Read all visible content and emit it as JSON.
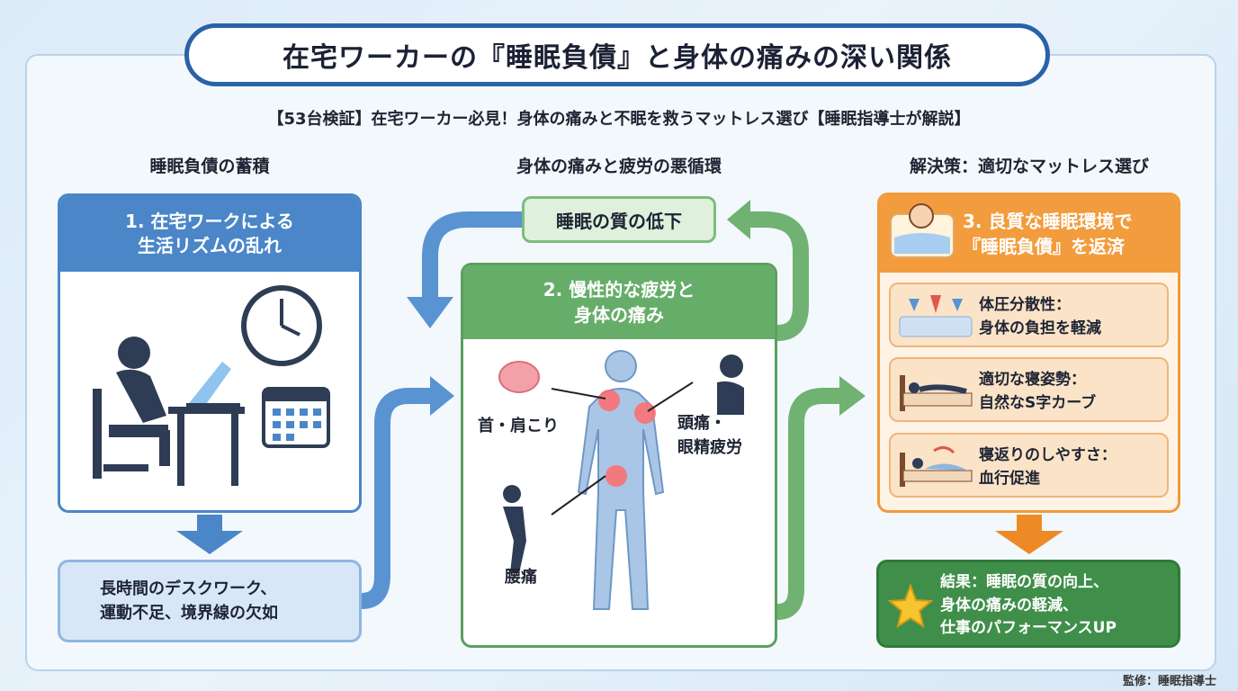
{
  "title": "在宅ワーカーの『睡眠負債』と身体の痛みの深い関係",
  "subtitle": "【53台検証】在宅ワーカー必見！身体の痛みと不眠を救うマットレス選び【睡眠指導士が解説】",
  "columns": {
    "left": "睡眠負債の蓄積",
    "center": "身体の痛みと疲労の悪循環",
    "right": "解決策：適切なマットレス選び"
  },
  "step1": {
    "line1": "1. 在宅ワークによる",
    "line2": "生活リズムの乱れ",
    "detail_line1": "長時間のデスクワーク、",
    "detail_line2": "運動不足、境界線の欠如"
  },
  "sleep_quality_drop": "睡眠の質の低下",
  "step2": {
    "line1": "2. 慢性的な疲労と",
    "line2": "身体の痛み",
    "pain_neck": "首・肩こり",
    "pain_head_line1": "頭痛・",
    "pain_head_line2": "眼精疲労",
    "pain_back": "腰痛"
  },
  "step3": {
    "line1": "3. 良質な睡眠環境で",
    "line2": "『睡眠負債』を返済",
    "features": [
      {
        "line1": "体圧分散性：",
        "line2": "身体の負担を軽減",
        "icon": "pressure-dispersion-icon"
      },
      {
        "line1": "適切な寝姿勢：",
        "line2": "自然なS字カーブ",
        "icon": "sleeping-posture-icon"
      },
      {
        "line1": "寝返りのしやすさ：",
        "line2": "血行促進",
        "icon": "turning-over-icon"
      }
    ]
  },
  "result": {
    "line1": "結果：睡眠の質の向上、",
    "line2": "身体の痛みの軽減、",
    "line3": "仕事のパフォーマンスUP"
  },
  "footer": "監修：睡眠指導士",
  "colors": {
    "blue": "#4a86c8",
    "green": "#67ad6a",
    "orange": "#f29c3d",
    "dark_green": "#3f8f4a",
    "title_border": "#2a62a8"
  }
}
